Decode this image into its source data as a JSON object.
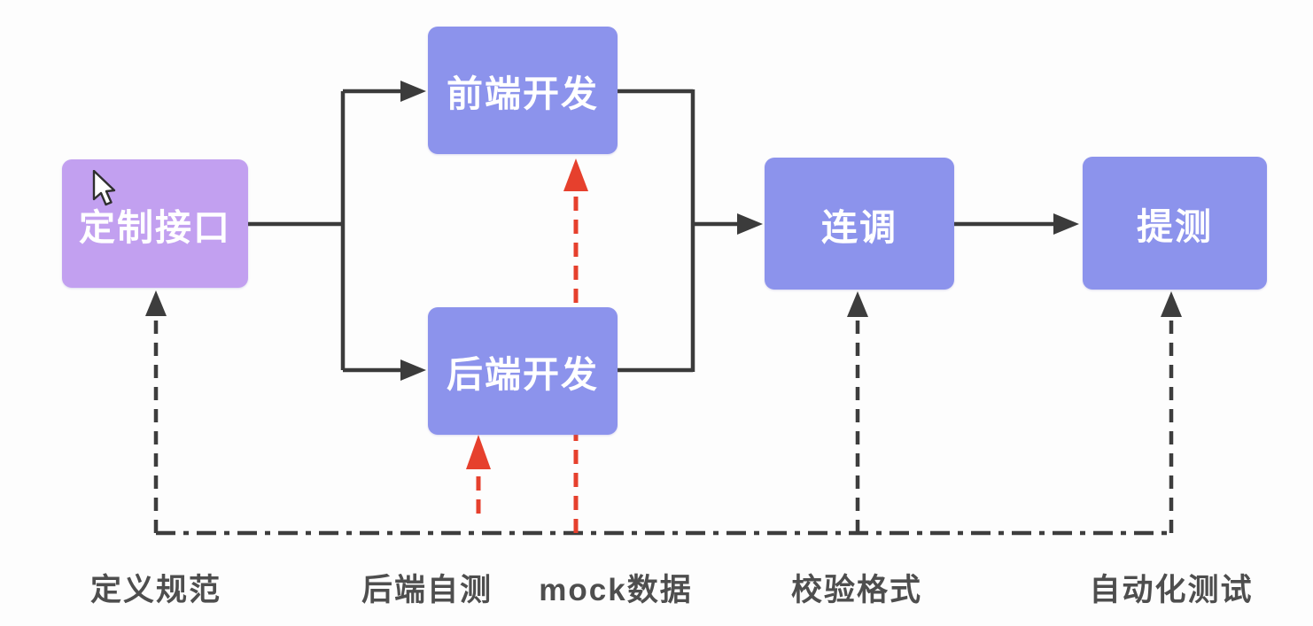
{
  "diagram": {
    "type": "flowchart",
    "nodes": [
      {
        "id": "define-interface",
        "label": "定制接口",
        "color": "#c2a0f0"
      },
      {
        "id": "frontend-dev",
        "label": "前端开发",
        "color": "#8c93ec"
      },
      {
        "id": "backend-dev",
        "label": "后端开发",
        "color": "#8c93ec"
      },
      {
        "id": "joint-debug",
        "label": "连调",
        "color": "#8c93ec"
      },
      {
        "id": "submit-test",
        "label": "提测",
        "color": "#8c93ec"
      }
    ],
    "annotations": [
      {
        "id": "define-spec",
        "label": "定义规范"
      },
      {
        "id": "backend-selftest",
        "label": "后端自测"
      },
      {
        "id": "mock-data",
        "label": "mock数据"
      },
      {
        "id": "validate-format",
        "label": "校验格式"
      },
      {
        "id": "automated-test",
        "label": "自动化测试"
      }
    ],
    "edges": [
      {
        "from": "定制接口",
        "to": "前端开发",
        "style": "solid-black"
      },
      {
        "from": "定制接口",
        "to": "后端开发",
        "style": "solid-black"
      },
      {
        "from": "前端开发",
        "to": "连调",
        "style": "solid-black"
      },
      {
        "from": "后端开发",
        "to": "连调",
        "style": "solid-black"
      },
      {
        "from": "连调",
        "to": "提测",
        "style": "solid-black"
      },
      {
        "from": "定义规范",
        "to": "定制接口",
        "style": "dashed-black"
      },
      {
        "from": "后端自测",
        "to": "后端开发",
        "style": "dashed-red"
      },
      {
        "from": "mock数据",
        "to": "前端开发",
        "style": "dashed-red"
      },
      {
        "from": "校验格式",
        "to": "连调",
        "style": "dashed-black"
      },
      {
        "from": "自动化测试",
        "to": "提测",
        "style": "dashed-black"
      }
    ],
    "colors": {
      "background": "#fdfdfd",
      "node_purple": "#c2a0f0",
      "node_blue": "#8c93ec",
      "node_text": "#ffffff",
      "solid_line": "#3b3b3b",
      "dashed_line": "#3d3d3d",
      "red_dashed_line": "#e6402d",
      "annotation_text": "#4e4e4e"
    }
  }
}
